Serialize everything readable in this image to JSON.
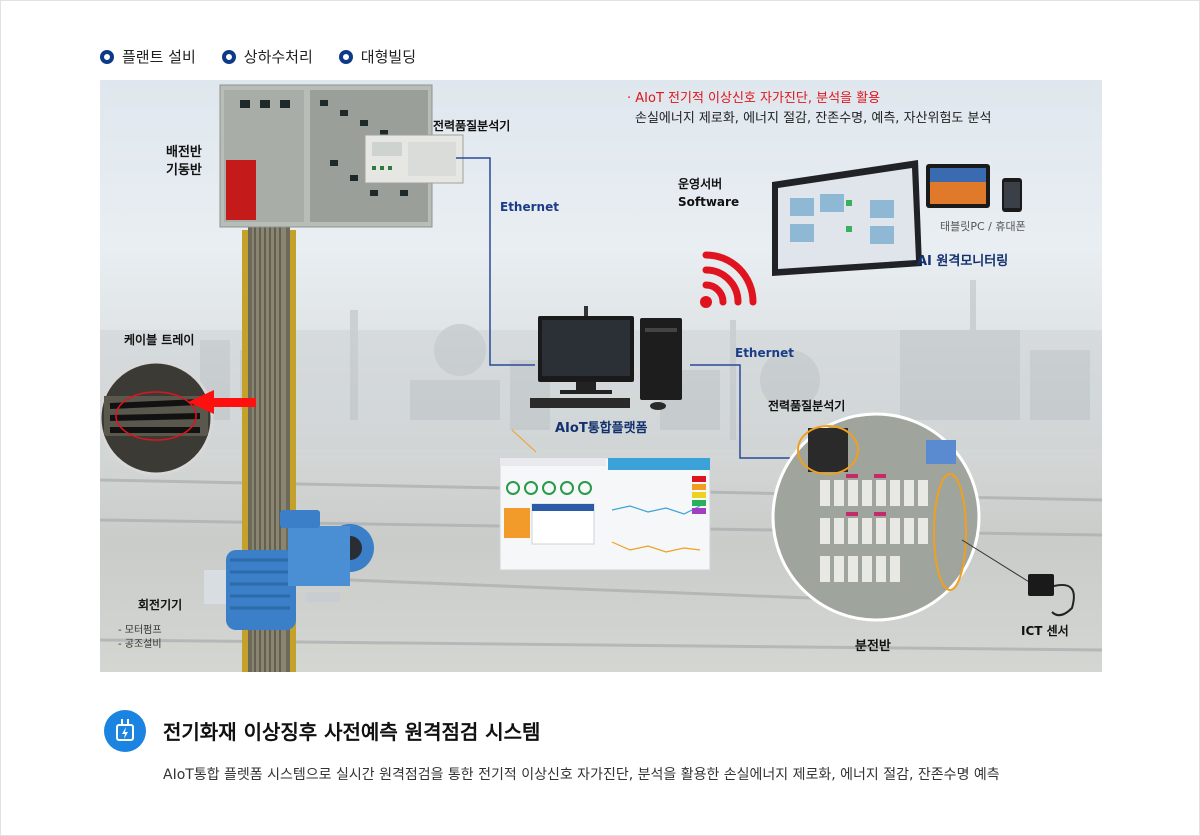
{
  "categories": [
    {
      "label": "플랜트 설비"
    },
    {
      "label": "상하수처리"
    },
    {
      "label": "대형빌딩"
    }
  ],
  "diagram": {
    "switchboard_label_1": "배전반",
    "switchboard_label_2": "기동반",
    "pq_analyzer_top": "전력품질분석기",
    "ethernet_left": "Ethernet",
    "ethernet_right": "Ethernet",
    "server_label_1": "운영서버",
    "server_label_2": "Software",
    "aiot_note_1": "· AIoT 전기적 이상신호 자가진단, 분석을 활용",
    "aiot_note_2": "손실에너지 제로화, 에너지 절감, 잔존수명, 예측, 자산위험도 분석",
    "devices_label": "태블릿PC / 휴대폰",
    "ai_monitoring": "AI 원격모니터링",
    "cable_tray": "케이블 트레이",
    "platform": "AIoT통합플랫폼",
    "pq_analyzer_bottom": "전력품질분석기",
    "rotating": "회전기기",
    "rotating_sub_1": "- 모터펌프",
    "rotating_sub_2": "- 공조설비",
    "distribution_panel": "분전반",
    "ict_sensor": "ICT 센서"
  },
  "footer": {
    "title": "전기화재 이상징후 사전예측 원격점검 시스템",
    "description": "AIoT통합 플렛폼 시스템으로 실시간 원격점검을 통한 전기적 이상신호 자가진단, 분석을 활용한 손실에너지 제로화, 에너지 절감, 잔존수명 예측"
  },
  "colors": {
    "accent_blue": "#1b84e0",
    "navy": "#0d3a88",
    "alert_red": "#e0141e",
    "highlight_orange": "#f0a020"
  }
}
